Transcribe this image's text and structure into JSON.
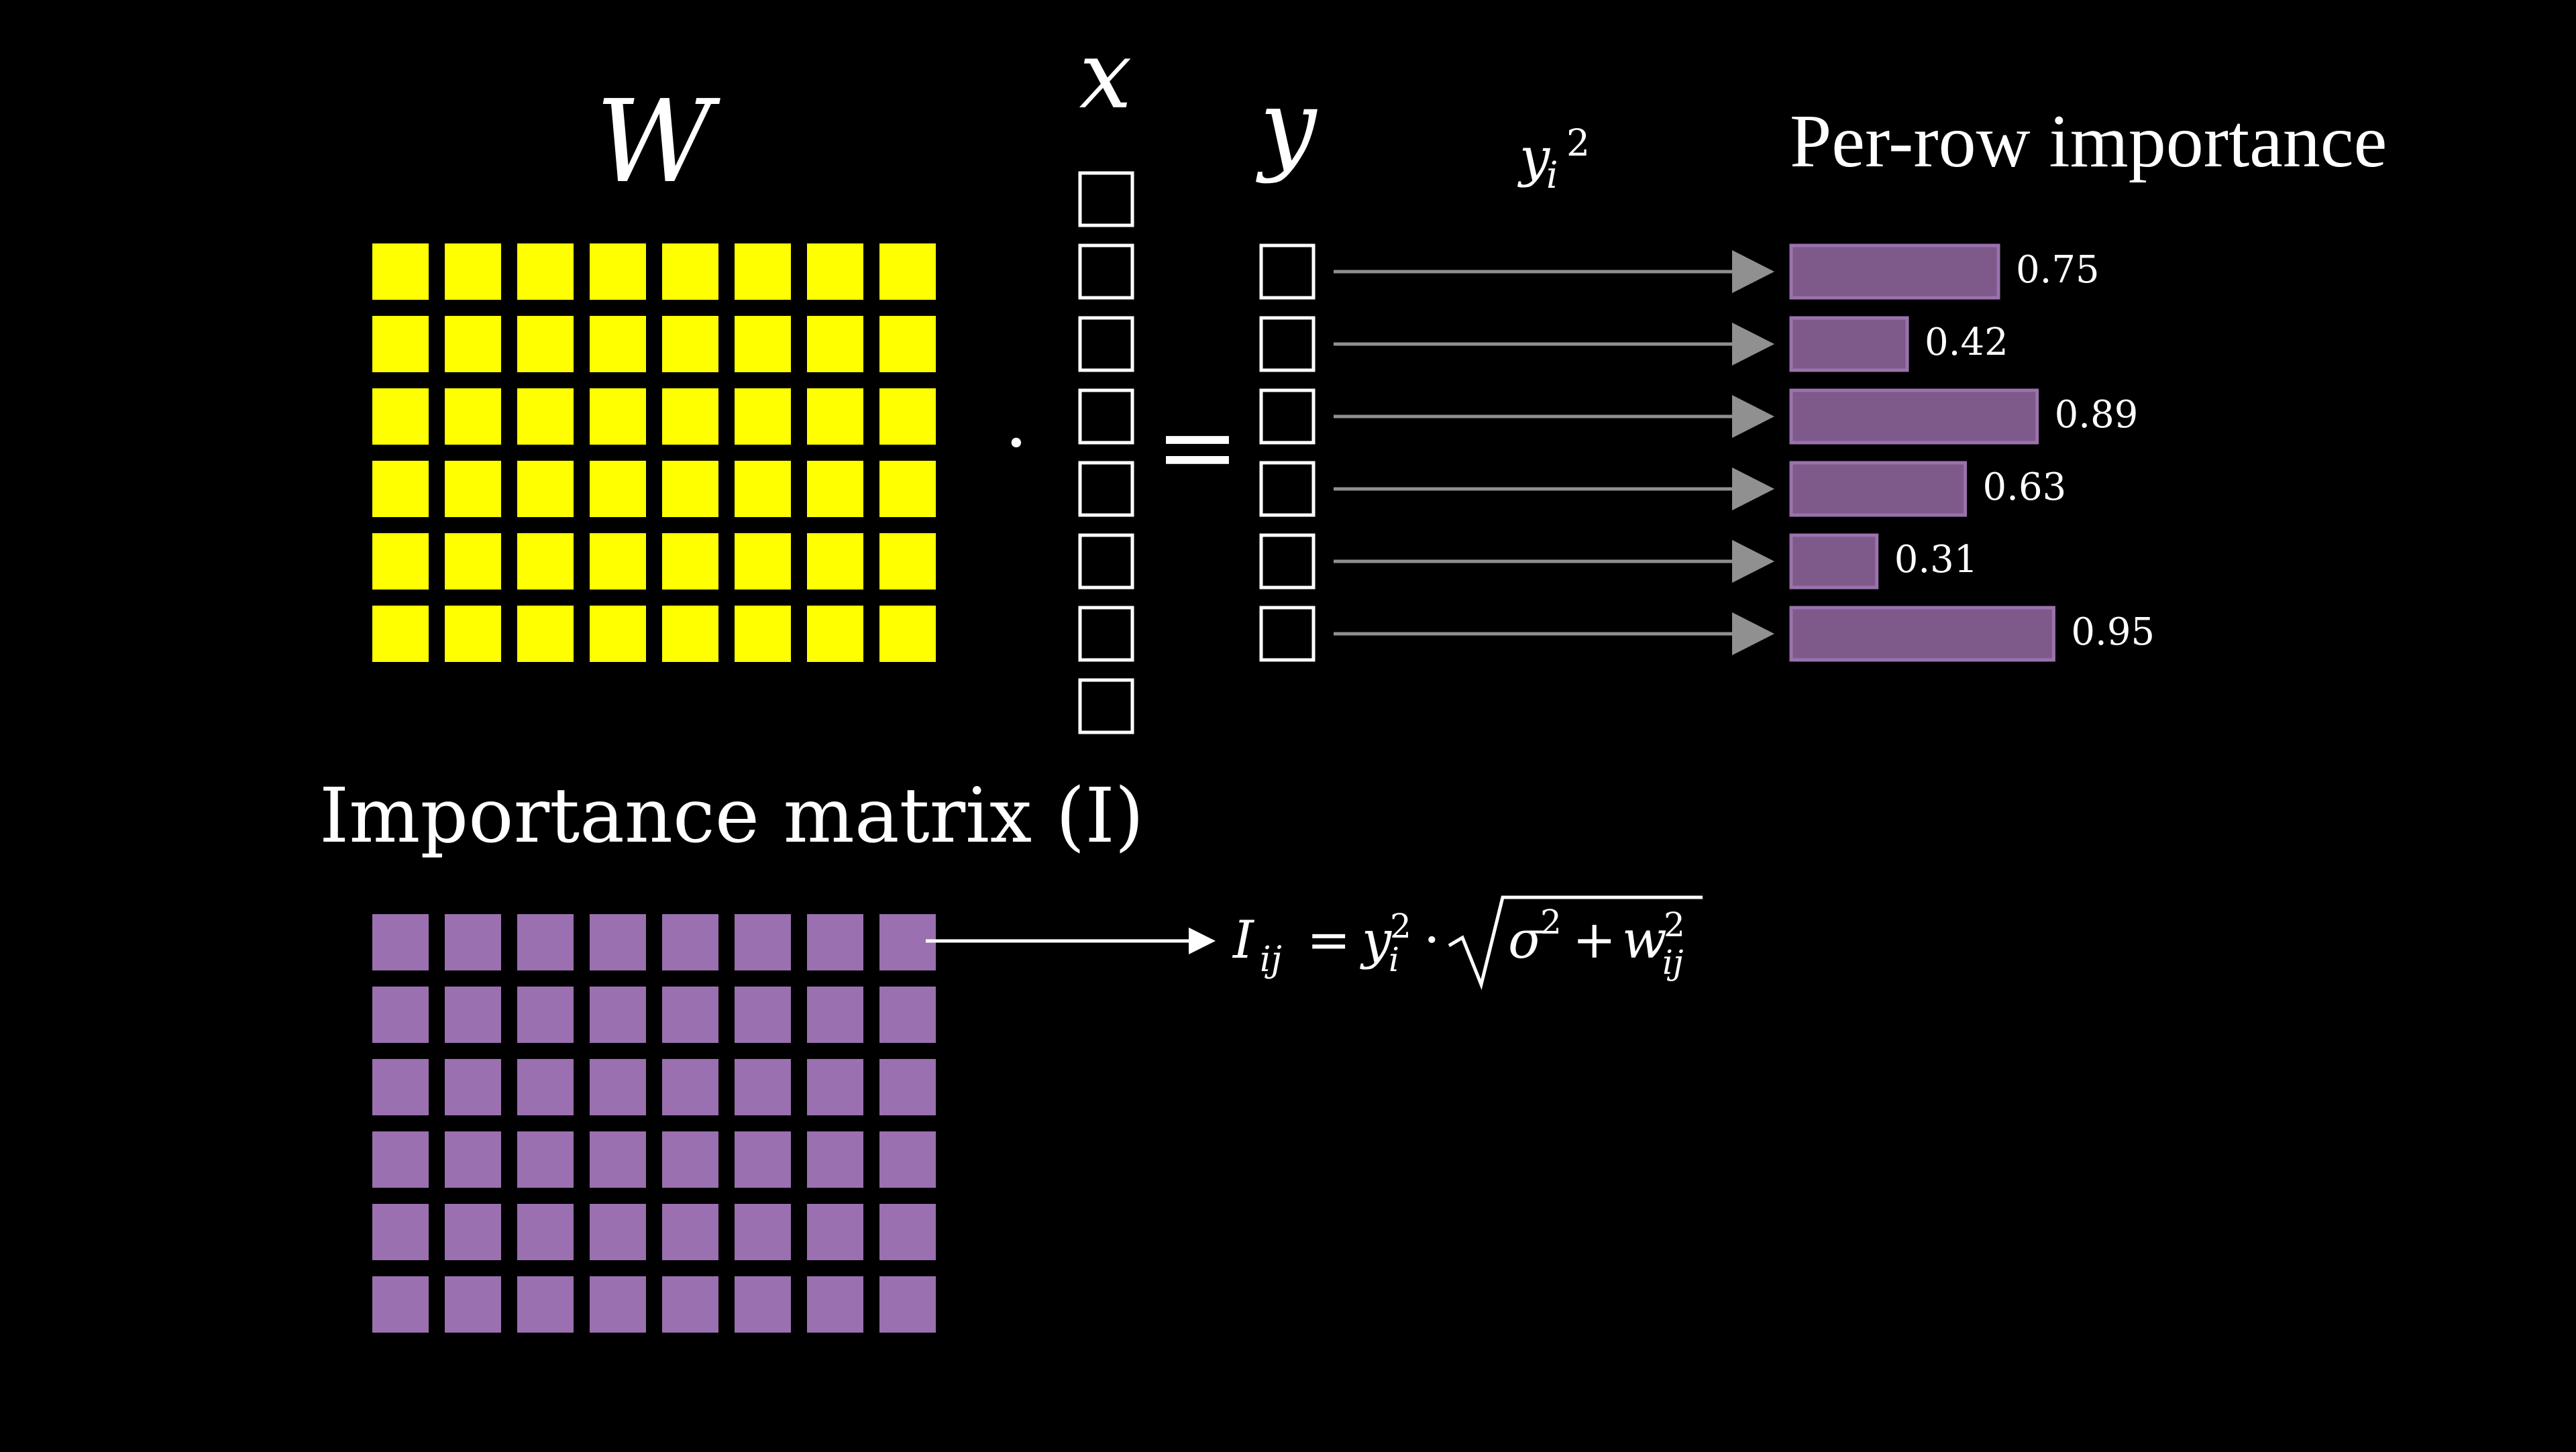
{
  "labels": {
    "w": "W",
    "x": "x",
    "y": "y",
    "y_sq_base": "y",
    "y_sq_sub": "i",
    "y_sq_sup": "2",
    "dot": "·",
    "equals": "=",
    "per_row_title": "Per-row importance",
    "importance_title": "Importance matrix (I)"
  },
  "formula": {
    "lhs": "I",
    "lhs_sub": "ij",
    "eq": "=",
    "y": "y",
    "y_sub": "i",
    "y_sup": "2",
    "dot": "·",
    "sigma": "σ",
    "sigma_sup": "2",
    "plus": "+",
    "w": "w",
    "w_sub": "ij",
    "w_sup": "2"
  },
  "matrix_w": {
    "rows": 6,
    "cols": 8,
    "color": "#ffff00"
  },
  "vector_x": {
    "length": 8,
    "color": "#ffffff"
  },
  "vector_y": {
    "length": 6,
    "color": "#ffffff"
  },
  "matrix_i": {
    "rows": 6,
    "cols": 8,
    "color": "#9a70b0"
  },
  "arrow_color": "#909090",
  "bar_fill": "#7d5a8a",
  "bar_stroke": "#9a72ad",
  "chart_data": {
    "type": "bar",
    "orientation": "horizontal",
    "title": "Per-row importance",
    "values": [
      0.75,
      0.42,
      0.89,
      0.63,
      0.31,
      0.95
    ],
    "value_labels": [
      "0.75",
      "0.42",
      "0.89",
      "0.63",
      "0.31",
      "0.95"
    ],
    "xlim": [
      0,
      1
    ]
  }
}
